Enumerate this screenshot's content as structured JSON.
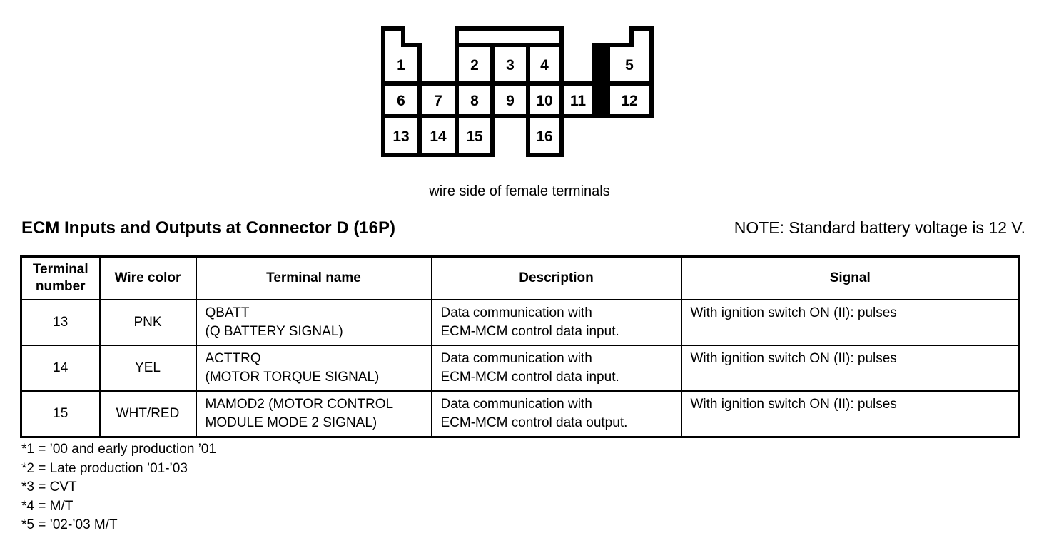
{
  "connector": {
    "pins": [
      "1",
      "2",
      "3",
      "4",
      "5",
      "6",
      "7",
      "8",
      "9",
      "10",
      "11",
      "12",
      "13",
      "14",
      "15",
      "16"
    ],
    "caption": "wire side of female terminals"
  },
  "header": {
    "title": "ECM Inputs and Outputs at Connector D (16P)",
    "note": "NOTE: Standard battery voltage is 12 V."
  },
  "table": {
    "headers": [
      "Terminal number",
      "Wire color",
      "Terminal name",
      "Description",
      "Signal"
    ],
    "rows": [
      {
        "terminal_number": "13",
        "wire_color": "PNK",
        "terminal_name": [
          "QBATT",
          "(Q BATTERY SIGNAL)"
        ],
        "description": [
          "Data communication with",
          "ECM-MCM control data input."
        ],
        "signal": "With ignition switch ON (II): pulses"
      },
      {
        "terminal_number": "14",
        "wire_color": "YEL",
        "terminal_name": [
          "ACTTRQ",
          "(MOTOR TORQUE SIGNAL)"
        ],
        "description": [
          "Data communication with",
          "ECM-MCM control data input."
        ],
        "signal": "With ignition switch ON (II): pulses"
      },
      {
        "terminal_number": "15",
        "wire_color": "WHT/RED",
        "terminal_name": [
          "MAMOD2 (MOTOR CONTROL",
          "MODULE MODE 2 SIGNAL)"
        ],
        "description": [
          "Data communication with",
          "ECM-MCM control data output."
        ],
        "signal": "With ignition switch ON (II): pulses"
      }
    ]
  },
  "footnotes": [
    "*1 = ’00 and early production ’01",
    "*2 = Late production ’01-’03",
    "*3 = CVT",
    "*4 = M/T",
    "*5 = ’02-’03 M/T"
  ],
  "colors": {
    "ink": "#000000",
    "background": "#ffffff"
  }
}
